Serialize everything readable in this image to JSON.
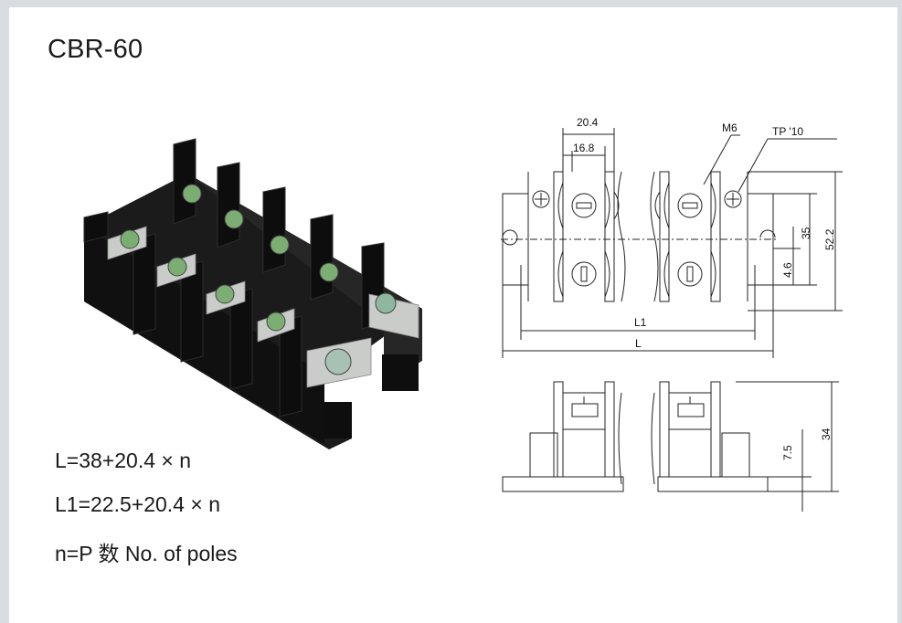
{
  "title": "CBR-60",
  "formulas": {
    "f1": "L=38+20.4 × n",
    "f2": "L1=22.5+20.4 × n",
    "f3": "n=P 数 No. of poles"
  },
  "dimensions": {
    "pitch": "20.4",
    "inner": "16.8",
    "screw": "M6",
    "tp": "TP '10",
    "h35": "35",
    "h52": "52.2",
    "h4": "4.6",
    "l1": "L1",
    "l": "L",
    "h34": "34",
    "h75": "7.5"
  },
  "colors": {
    "body": "#141414",
    "metal": "#c9ccc8",
    "screw_green": "#6fa26a",
    "line": "#222222"
  }
}
